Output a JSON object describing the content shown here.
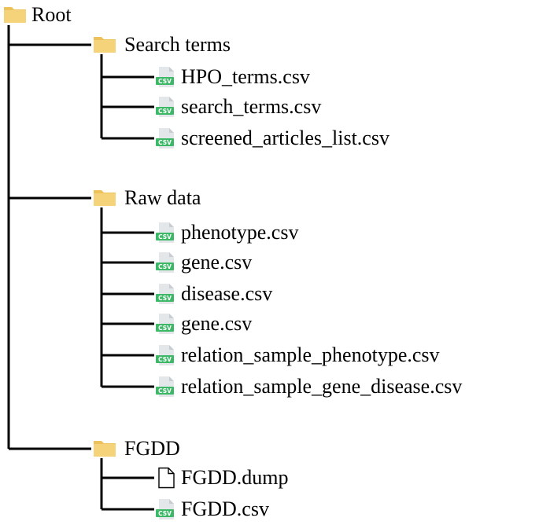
{
  "root": {
    "label": "Root",
    "icon": "folder-icon",
    "folders": [
      {
        "label": "Search terms",
        "icon": "folder-icon",
        "files": [
          {
            "label": "HPO_terms.csv",
            "icon": "csv-file-icon"
          },
          {
            "label": "search_terms.csv",
            "icon": "csv-file-icon"
          },
          {
            "label": "screened_articles_list.csv",
            "icon": "csv-file-icon"
          }
        ]
      },
      {
        "label": "Raw data",
        "icon": "folder-icon",
        "files": [
          {
            "label": "phenotype.csv",
            "icon": "csv-file-icon"
          },
          {
            "label": "gene.csv",
            "icon": "csv-file-icon"
          },
          {
            "label": "disease.csv",
            "icon": "csv-file-icon"
          },
          {
            "label": "gene.csv",
            "icon": "csv-file-icon"
          },
          {
            "label": "relation_sample_phenotype.csv",
            "icon": "csv-file-icon"
          },
          {
            "label": "relation_sample_gene_disease.csv",
            "icon": "csv-file-icon"
          }
        ]
      },
      {
        "label": "FGDD",
        "icon": "folder-icon",
        "files": [
          {
            "label": "FGDD.dump",
            "icon": "blank-file-icon"
          },
          {
            "label": "FGDD.csv",
            "icon": "csv-file-icon"
          }
        ]
      }
    ]
  },
  "colors": {
    "folder": "#f5d37a",
    "folder_tab": "#eec25a",
    "csv_badge": "#3cb867",
    "file_body": "#e4e7ea",
    "line": "#000000"
  },
  "badge_text": "CSV"
}
